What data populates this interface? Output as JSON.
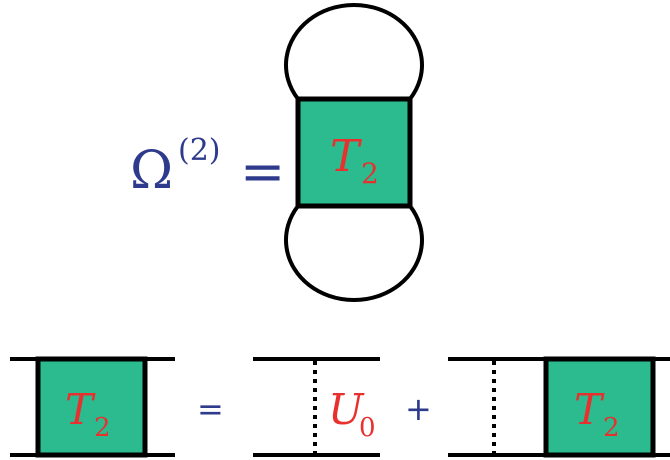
{
  "colors": {
    "vertex_fill": "#2bbb8e",
    "line": "#000000",
    "label_red": "#e8312f",
    "text_blue": "#2e3a8c",
    "background": "#ffffff"
  },
  "top_equation": {
    "symbol": "Ω",
    "superscript": "(2)",
    "equals": "=",
    "vertex_label": "T",
    "vertex_subscript": "2"
  },
  "bottom_equation": {
    "lhs_label": "T",
    "lhs_subscript": "2",
    "equals": "=",
    "interaction_label": "U",
    "interaction_subscript": "0",
    "plus": "+",
    "rhs_label": "T",
    "rhs_subscript": "2"
  }
}
